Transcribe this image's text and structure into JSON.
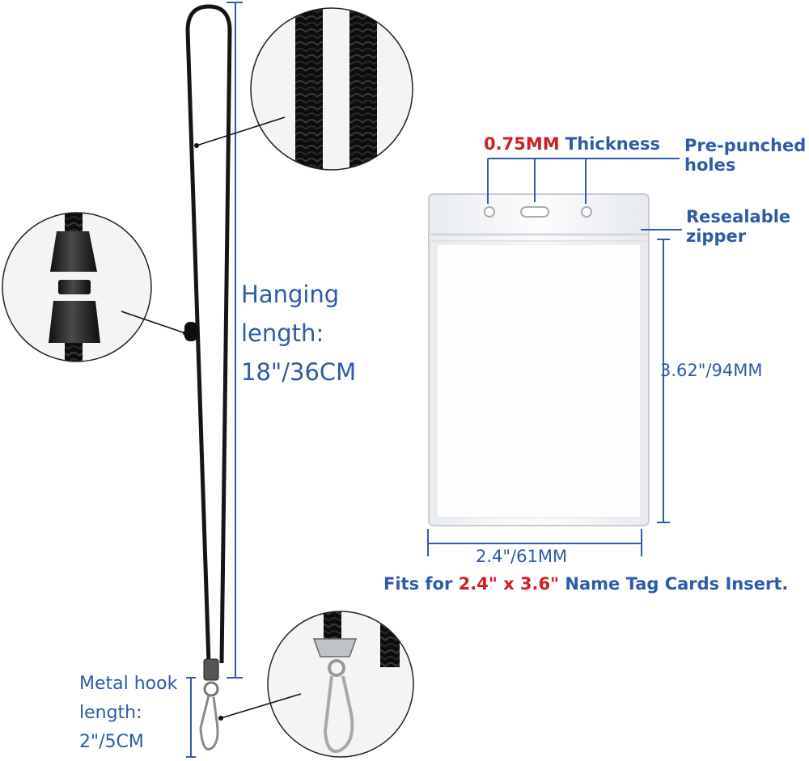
{
  "lanyard": {
    "hanging_length_line1": "Hanging",
    "hanging_length_line2": "length:",
    "hanging_length_line3": "18\"/36CM",
    "metal_hook_line1": "Metal hook",
    "metal_hook_line2": "length:",
    "metal_hook_line3": "2\"/5CM"
  },
  "badge_holder": {
    "thickness_value": "0.75MM",
    "thickness_label": "Thickness",
    "prepunched_line1": "Pre-punched",
    "prepunched_line2": "holes",
    "zipper_line1": "Resealable",
    "zipper_line2": "zipper",
    "height_dim": "3.62\"/94MM",
    "width_dim": "2.4\"/61MM",
    "fits_prefix": "Fits for",
    "fits_size": "2.4\" x 3.6\"",
    "fits_suffix": "Name Tag Cards Insert."
  },
  "colors": {
    "label_blue": "#2f5aa8",
    "accent_red": "#cc2222",
    "cord_black": "#111111"
  }
}
